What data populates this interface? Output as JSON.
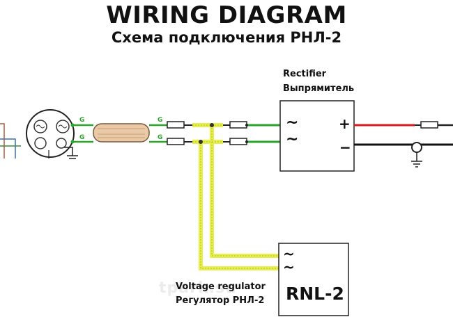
{
  "title": "WIRING DIAGRAM",
  "subtitle": "Схема подключения РНЛ-2",
  "rectifier": {
    "label_en": "Rectifier",
    "label_ru": "Выпрямитель",
    "ac_symbol": "~",
    "plus_symbol": "+",
    "minus_symbol": "−"
  },
  "regulator": {
    "label_en": "Voltage regulator",
    "label_ru": "Регулятор РНЛ-2",
    "box_label": "RNL-2",
    "ac_symbol": "~"
  },
  "generator": {
    "lead_letter": "G"
  },
  "watermark": "tpark.su",
  "colors": {
    "wire_green": "#2aa52a",
    "wire_red": "#d81a1a",
    "wire_yellow": "#e6f04a",
    "wire_black": "#111111",
    "harness": "#e9c9a6"
  }
}
